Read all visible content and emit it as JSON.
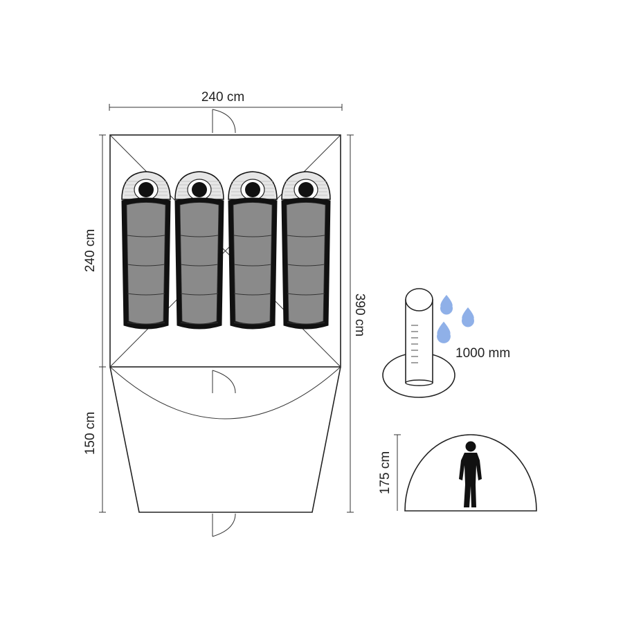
{
  "dimensions": {
    "top_width": "240 cm",
    "bedroom_depth": "240 cm",
    "vestibule_depth": "150 cm",
    "total_length": "390 cm",
    "height": "175 cm"
  },
  "water_column": {
    "value": "1000 mm",
    "icon": "rain-gauge-icon",
    "drop_color": "#8fb0e8"
  },
  "sleeping_bags": {
    "count": 4,
    "body_color": "#8a8a8a",
    "outline_color": "#111111"
  },
  "person_icon": "person-silhouette-icon"
}
